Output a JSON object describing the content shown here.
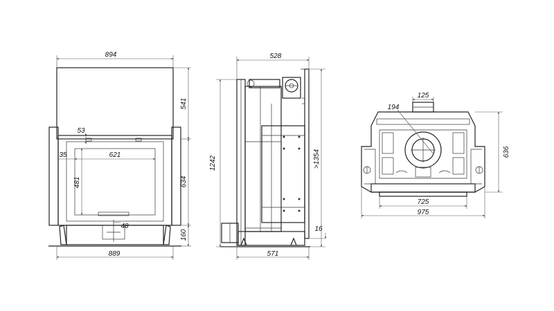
{
  "dimensions": {
    "front": {
      "overall_width": "894",
      "upper_height": "541",
      "top_offset": "53",
      "frame_offset": "35",
      "glass_width": "621",
      "glass_height": "481",
      "door_height": "634",
      "handle_offset": "48",
      "base_height": "160",
      "base_width": "889"
    },
    "side": {
      "top_depth": "528",
      "total_height": "1242",
      "outlet_height": ">1354",
      "base_offset": "16",
      "base_depth": "571"
    },
    "top": {
      "flue_diameter": "125",
      "outlet_diameter": "194",
      "depth": "636",
      "inner_width": "725",
      "overall_width": "975"
    }
  },
  "colors": {
    "line": "#222222",
    "dimension": "#555555",
    "background": "#ffffff"
  }
}
